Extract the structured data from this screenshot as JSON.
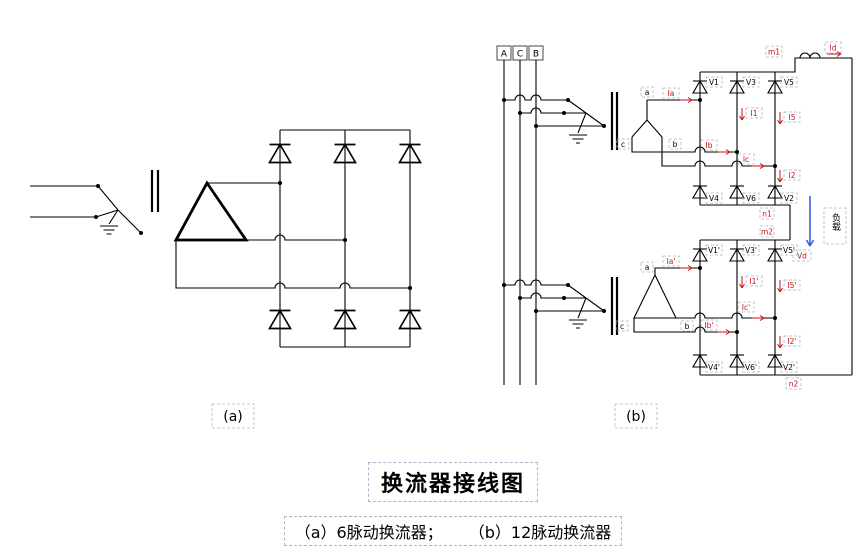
{
  "figure": {
    "title": "换流器接线图",
    "caption_a": "（a）6脉动换流器；",
    "caption_b": "（b）12脉动换流器",
    "label_a": "(a)",
    "label_b": "(b)"
  },
  "diagram_b": {
    "buses": [
      "A",
      "C",
      "B"
    ],
    "bridge1": {
      "valves_top": [
        "V1",
        "V3",
        "V5"
      ],
      "valves_bottom": [
        "V4",
        "V6",
        "V2"
      ],
      "terminals": {
        "a": "a",
        "b": "b",
        "c": "c"
      },
      "node_pos": "m1",
      "node_neg": "n1",
      "currents": {
        "ia": "Ia",
        "i1": "I1",
        "ib": "Ib",
        "i5": "I5",
        "ic": "Ic",
        "i2": "I2"
      }
    },
    "bridge2": {
      "valves_top": [
        "V1'",
        "V3'",
        "V5'"
      ],
      "valves_bottom": [
        "V4'",
        "V6'",
        "V2'"
      ],
      "terminals": {
        "a": "a",
        "b": "b",
        "c": "c"
      },
      "node_pos": "m2",
      "node_neg": "n2",
      "currents": {
        "ia": "Ia'",
        "i1": "I1'",
        "ib": "Ib'",
        "i5": "I5'",
        "ic": "Ic'",
        "i2": "I2'"
      }
    },
    "dc": {
      "current": "Id",
      "voltage": "Vd",
      "load": "负载"
    }
  }
}
